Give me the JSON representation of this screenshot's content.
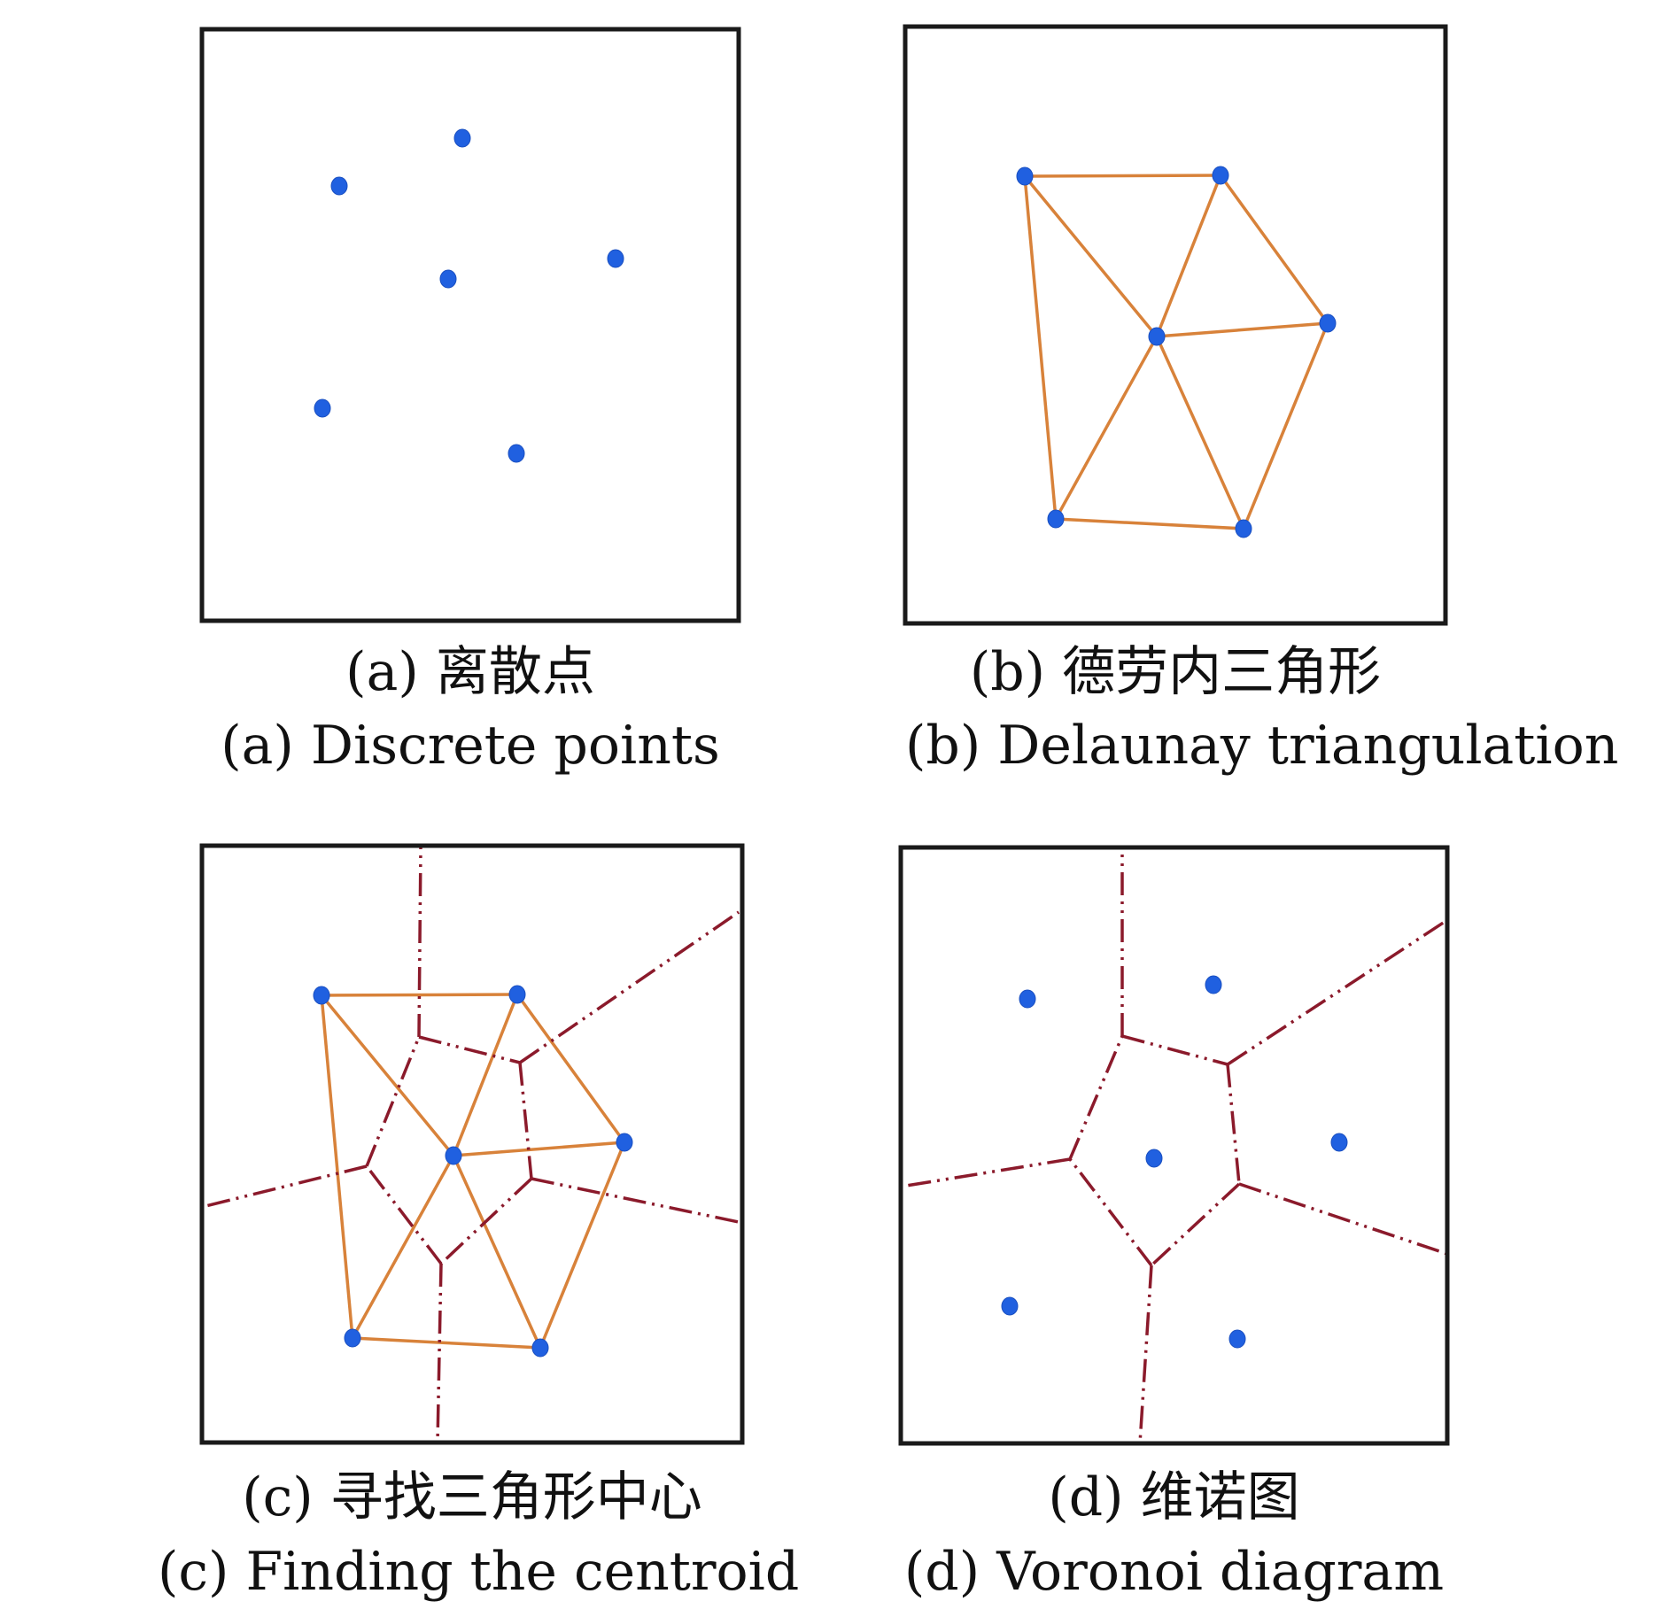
{
  "colors": {
    "frame": "#1a1a1a",
    "point": "#2060e0",
    "triangulation_edge": "#d8823a",
    "voronoi_edge": "#8b1a2b"
  },
  "icons": {
    "point": "filled-blue-dot",
    "triangulation_edge": "solid-orange-line",
    "voronoi_edge": "dash-dot-dark-red-line"
  },
  "panels": [
    {
      "id": "a",
      "caption_zh": "(a) 离散点",
      "caption_en": "(a) Discrete points",
      "shows": [
        "points"
      ]
    },
    {
      "id": "b",
      "caption_zh": "(b) 德劳内三角形",
      "caption_en": "(b) Delaunay triangulation",
      "shows": [
        "points",
        "triangulation"
      ]
    },
    {
      "id": "c",
      "caption_zh": "(c) 寻找三角形中心",
      "caption_en": "(c) Finding the centroid",
      "shows": [
        "points",
        "triangulation",
        "voronoi"
      ]
    },
    {
      "id": "d",
      "caption_zh": "(d) 维诺图",
      "caption_en": "(d) Voronoi diagram",
      "shows": [
        "points",
        "voronoi"
      ]
    }
  ]
}
